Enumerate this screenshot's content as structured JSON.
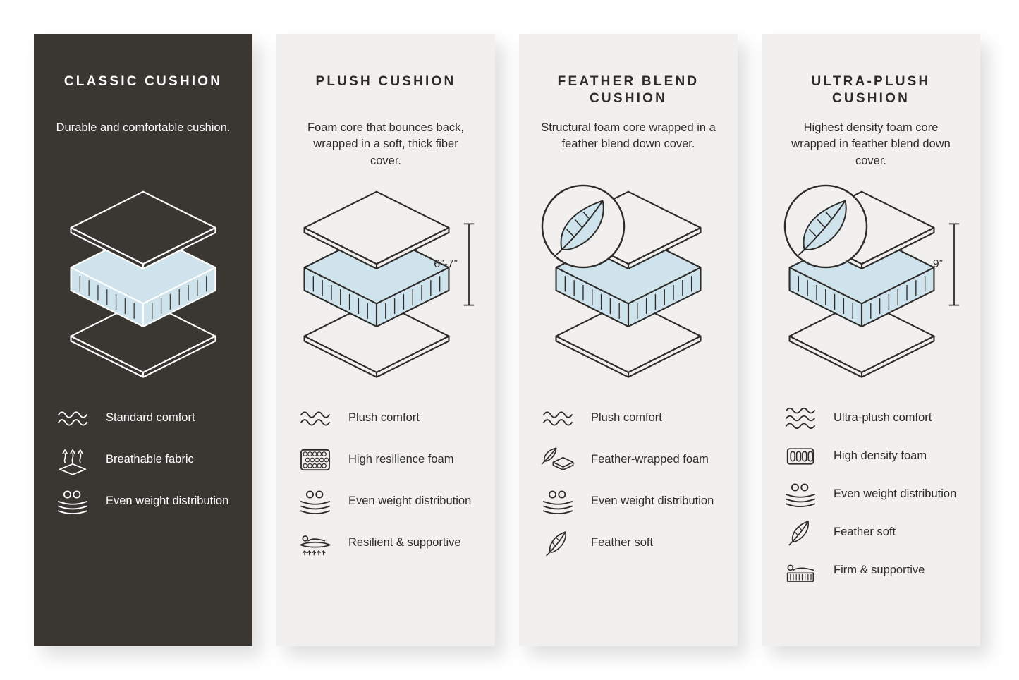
{
  "colors": {
    "page_background": "#ffffff",
    "dark_panel_background": "#3a3733",
    "light_panel_background": "#f1f0ee",
    "dark_text": "#2d2c2a",
    "light_text": "#ffffff",
    "foam_blue": "#cfe3ec"
  },
  "panels": [
    {
      "id": "classic",
      "title": "CLASSIC CUSHION",
      "description": "Durable and comfortable cushion.",
      "features": [
        {
          "icon": "waves-icon",
          "label": "Standard comfort"
        },
        {
          "icon": "breathable-fabric-icon",
          "label": "Breathable fabric"
        },
        {
          "icon": "even-weight-icon",
          "label": "Even weight distribution"
        }
      ]
    },
    {
      "id": "plush",
      "title": "PLUSH CUSHION",
      "description": "Foam core that bounces back, wrapped in a soft, thick fiber cover.",
      "dimension_label": "6”-7”",
      "features": [
        {
          "icon": "waves-icon",
          "label": "Plush comfort"
        },
        {
          "icon": "resilience-foam-icon",
          "label": "High resilience foam"
        },
        {
          "icon": "even-weight-icon",
          "label": "Even weight distribution"
        },
        {
          "icon": "resilient-supportive-icon",
          "label": "Resilient & supportive"
        }
      ]
    },
    {
      "id": "feather-blend",
      "title": "FEATHER BLEND CUSHION",
      "description": "Structural foam core wrapped in a feather blend down cover.",
      "has_feather_badge": true,
      "features": [
        {
          "icon": "waves-icon",
          "label": "Plush comfort"
        },
        {
          "icon": "feather-wrapped-foam-icon",
          "label": "Feather-wrapped foam"
        },
        {
          "icon": "even-weight-icon",
          "label": "Even weight distribution"
        },
        {
          "icon": "feather-icon",
          "label": "Feather soft"
        }
      ]
    },
    {
      "id": "ultra-plush",
      "title": "ULTRA-PLUSH CUSHION",
      "description": "Highest density foam core wrapped in feather blend down cover.",
      "dimension_label": "9”",
      "has_feather_badge": true,
      "features": [
        {
          "icon": "waves-3-icon",
          "label": "Ultra-plush comfort"
        },
        {
          "icon": "high-density-foam-icon",
          "label": "High density foam"
        },
        {
          "icon": "even-weight-icon",
          "label": "Even weight distribution"
        },
        {
          "icon": "feather-icon",
          "label": "Feather soft"
        },
        {
          "icon": "firm-supportive-icon",
          "label": "Firm & supportive"
        }
      ]
    }
  ]
}
